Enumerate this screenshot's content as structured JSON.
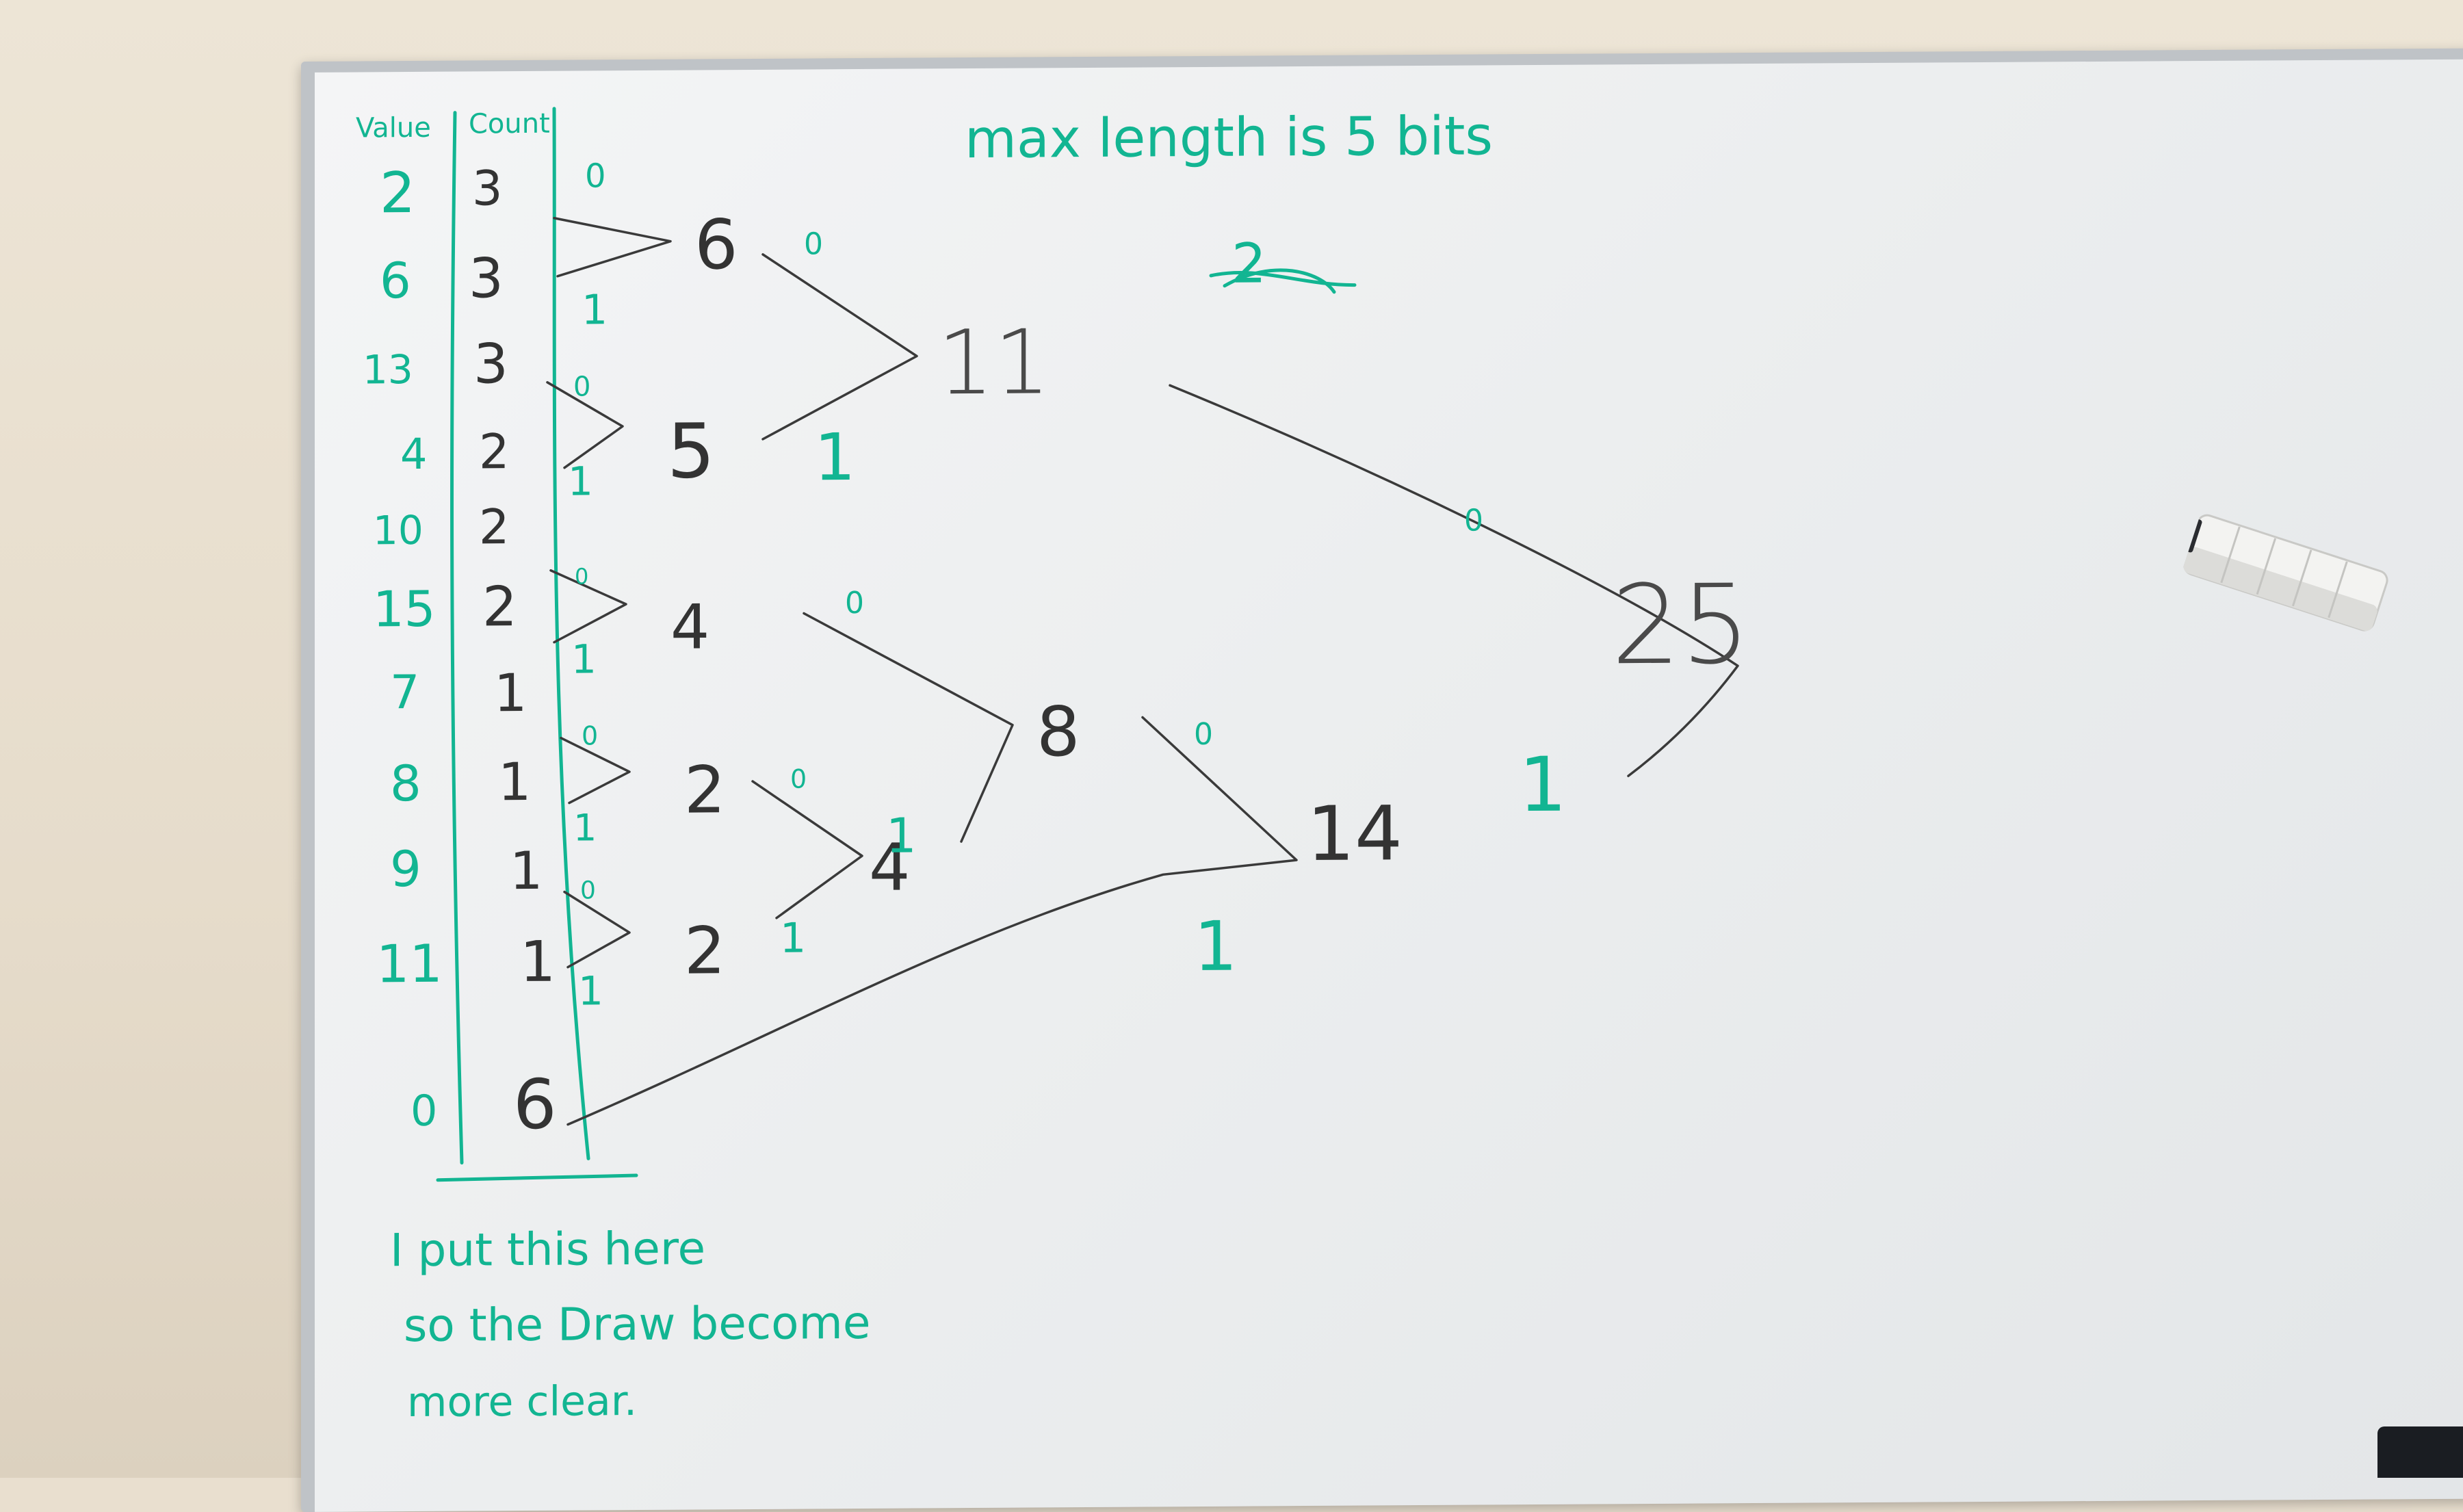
{
  "title": "max length is 5 bits",
  "table": {
    "header_value": "Value",
    "header_count": "Count",
    "rows": [
      {
        "value": "2",
        "count": "3"
      },
      {
        "value": "6",
        "count": "3"
      },
      {
        "value": "13",
        "count": "3"
      },
      {
        "value": "4",
        "count": "2"
      },
      {
        "value": "10",
        "count": "2"
      },
      {
        "value": "15",
        "count": "2"
      },
      {
        "value": "7",
        "count": "1"
      },
      {
        "value": "8",
        "count": "1"
      },
      {
        "value": "9",
        "count": "1"
      },
      {
        "value": "11",
        "count": "1"
      },
      {
        "value": "0",
        "count": "6"
      }
    ]
  },
  "tree": {
    "nodes": [
      "6",
      "5",
      "4",
      "2",
      "2",
      "4",
      "11",
      "8",
      "14",
      "25"
    ],
    "bit_zero": "0",
    "bit_one": "1",
    "crossed_out": "2"
  },
  "note": [
    "I put this here",
    "so the Draw become",
    "more clear."
  ]
}
